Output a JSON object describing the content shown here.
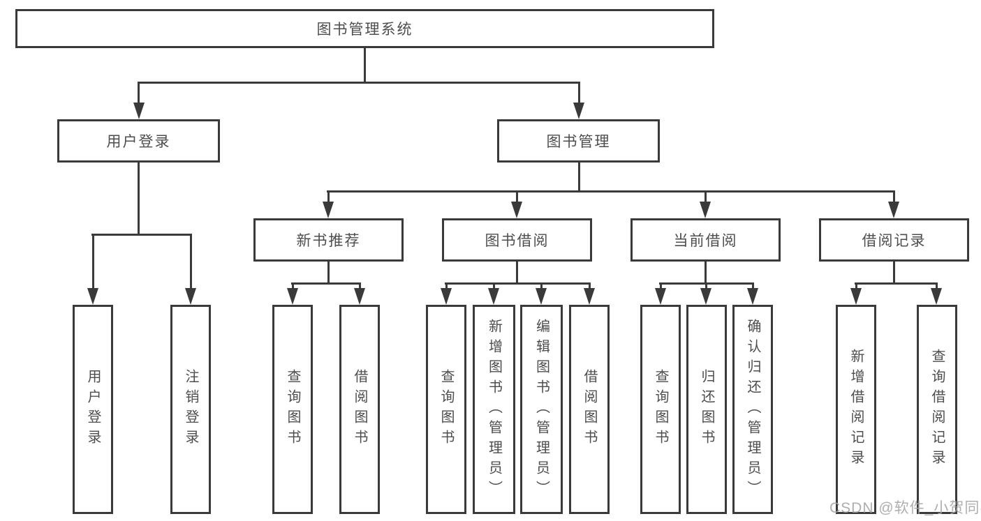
{
  "tree": {
    "root": "图书管理系统",
    "children": [
      {
        "label": "用户登录",
        "children": [
          "用户登录",
          "注销登录"
        ]
      },
      {
        "label": "图书管理",
        "children": [
          {
            "label": "新书推荐",
            "children": [
              "查询图书",
              "借阅图书"
            ]
          },
          {
            "label": "图书借阅",
            "children": [
              "查询图书",
              "新增图书（管理员）",
              "编辑图书（管理员）",
              "借阅图书"
            ]
          },
          {
            "label": "当前借阅",
            "children": [
              "查询图书",
              "归还图书",
              "确认归还（管理员）"
            ]
          },
          {
            "label": "借阅记录",
            "children": [
              "新增借阅记录",
              "查询借阅记录"
            ]
          }
        ]
      }
    ]
  },
  "watermark": {
    "text": "CSDN @软件_小贺同学"
  },
  "colors": {
    "line": "#3a3a3a",
    "text": "#4d4d4d",
    "watermark": "#a6a6a6",
    "background": "#ffffff"
  }
}
